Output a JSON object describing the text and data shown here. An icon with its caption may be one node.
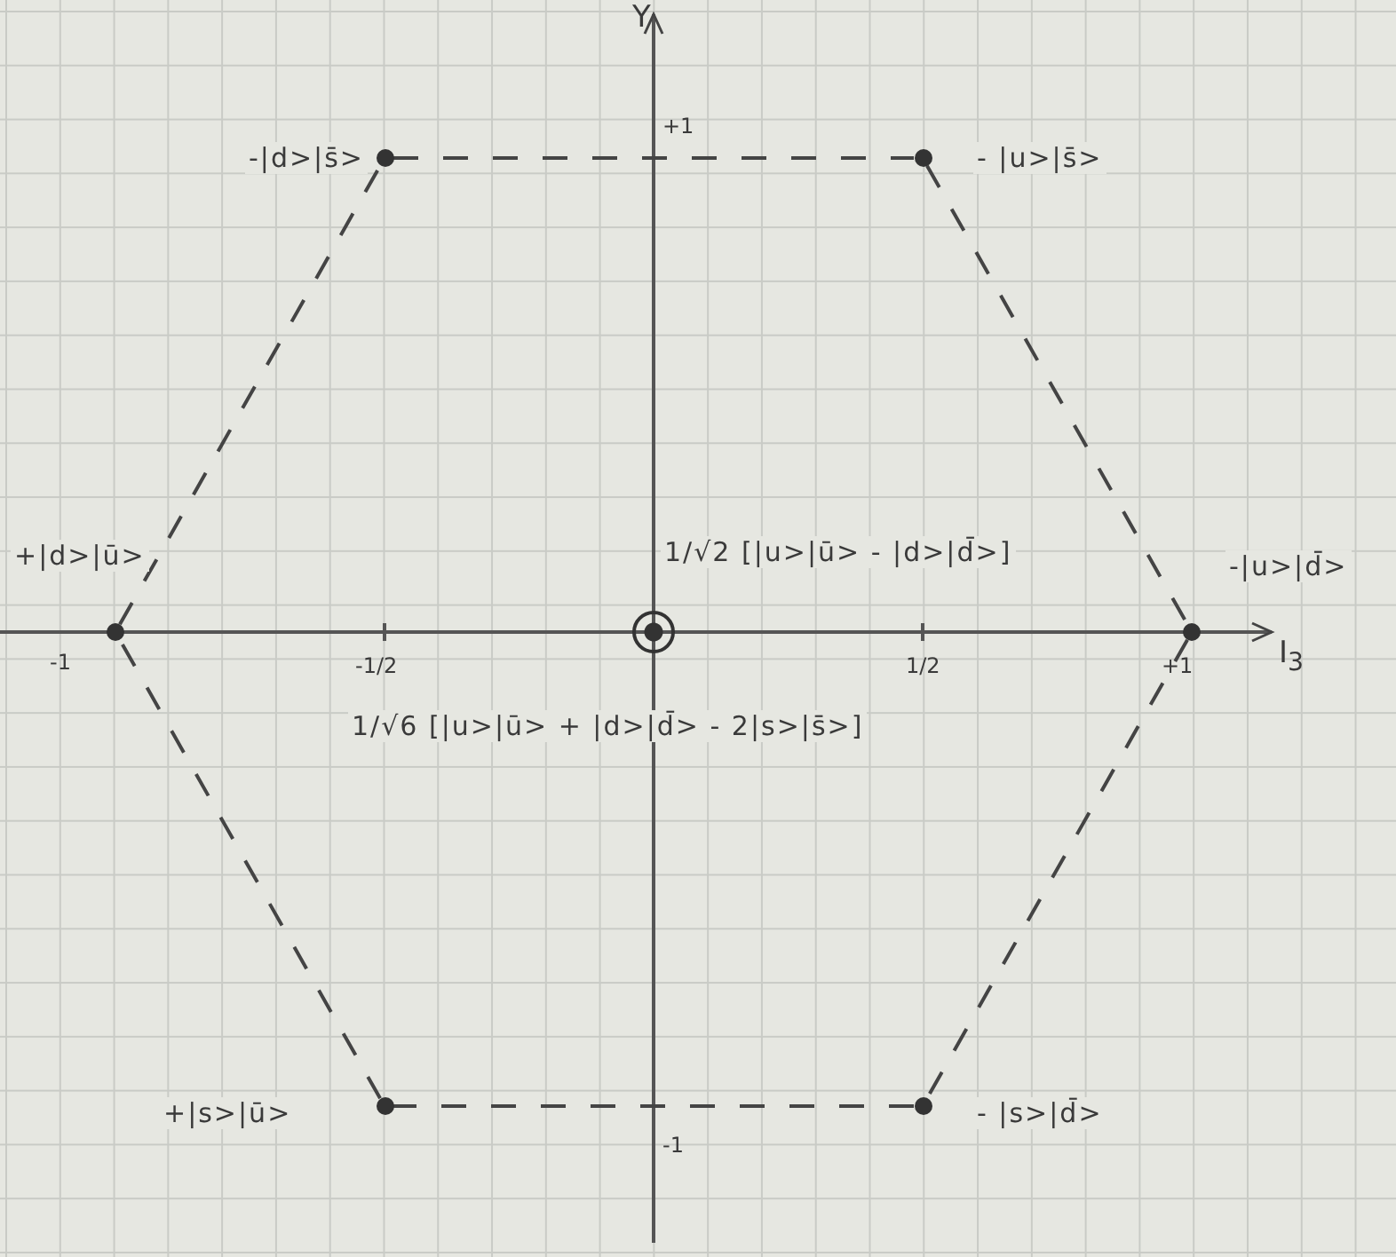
{
  "diagram": {
    "nodes": [
      {
        "text": [],
        "shape": "circle",
        "beside": [
          "-|d>|s̄>"
        ]
      },
      {
        "text": [],
        "shape": "circle",
        "beside": [
          "- |u>|s̄>"
        ]
      },
      {
        "text": [],
        "shape": "circle",
        "beside": [
          "+|d>|ū>"
        ]
      },
      {
        "text": [],
        "shape": "circle",
        "beside": [
          "1/√2 [|u>|ū> - |d>|d̄>]",
          "1/√6 [|u>|ū> + |d>|d̄> - 2|s>|s̄>]"
        ]
      },
      {
        "text": [],
        "shape": "circle",
        "beside": [
          "-|u>|d̄>"
        ]
      },
      {
        "text": [],
        "shape": "circle",
        "beside": [
          "+|s>|ū>"
        ]
      },
      {
        "text": [],
        "shape": "circle",
        "beside": [
          "- |s>|d̄>"
        ]
      }
    ],
    "edges": [
      {
        "from": 0,
        "to": 1,
        "arrow": "none",
        "style": "dashed"
      },
      {
        "from": 1,
        "to": 4,
        "arrow": "none",
        "style": "dashed"
      },
      {
        "from": 4,
        "to": 6,
        "arrow": "none",
        "style": "dashed"
      },
      {
        "from": 6,
        "to": 5,
        "arrow": "none",
        "style": "dashed"
      },
      {
        "from": 5,
        "to": 2,
        "arrow": "none",
        "style": "dashed"
      },
      {
        "from": 2,
        "to": 0,
        "arrow": "none",
        "style": "dashed"
      }
    ],
    "labels": [
      "Y",
      "+1",
      "-1",
      "-1/2",
      "1/2",
      "+1",
      "I$_{3}$",
      "-1"
    ]
  }
}
